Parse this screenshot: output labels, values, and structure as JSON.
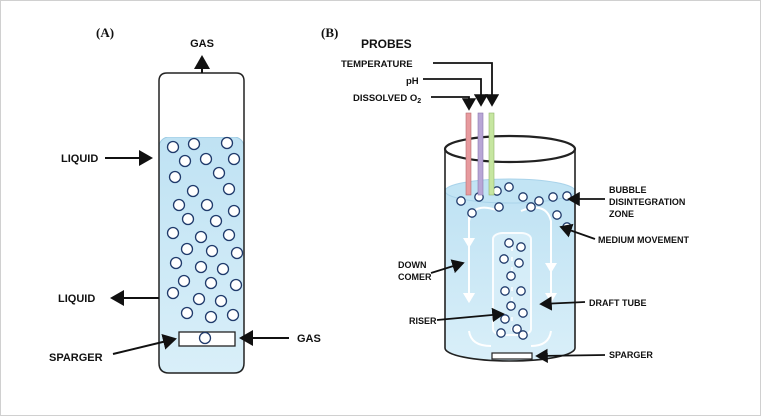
{
  "panel_a": {
    "letter": "(A)",
    "labels": {
      "gas_out": "GAS",
      "liquid_in": "LIQUID",
      "liquid_out": "LIQUID",
      "sparger": "SPARGER",
      "gas_in": "GAS"
    }
  },
  "panel_b": {
    "letter": "(B)",
    "labels": {
      "probes": "PROBES",
      "temperature": "TEMPERATURE",
      "ph": "pH",
      "dissolved_o2": "DISSOLVED O",
      "o2_subscript": "2",
      "bubble_zone_1": "BUBBLE",
      "bubble_zone_2": "DISINTEGRATION",
      "bubble_zone_3": "ZONE",
      "medium_movement": "MEDIUM MOVEMENT",
      "down_comer_1": "DOWN",
      "down_comer_2": "COMER",
      "draft_tube": "DRAFT TUBE",
      "riser": "RISER",
      "sparger": "SPARGER"
    }
  },
  "colors": {
    "liquid": "#cfe9f6",
    "liquid_edge": "#a9d3ea",
    "bubble_fill": "#ffffff",
    "bubble_stroke": "#1f3a6b",
    "probe_temperature": "#e79a9e",
    "probe_ph": "#b8a6d6",
    "probe_o2": "#c6e6a0"
  }
}
